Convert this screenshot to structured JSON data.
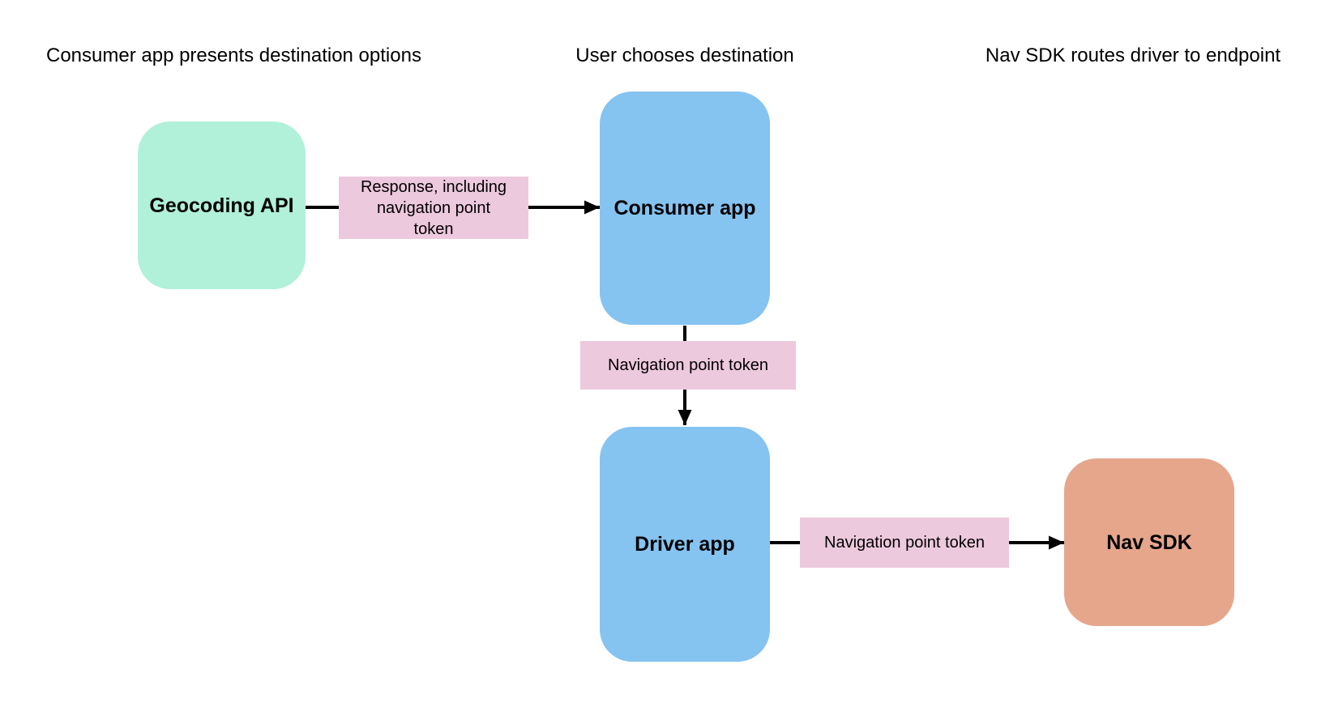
{
  "diagram": {
    "column_headers": [
      {
        "label": "Consumer app presents destination options"
      },
      {
        "label": "User chooses destination"
      },
      {
        "label": "Nav SDK routes driver to endpoint"
      }
    ],
    "nodes": [
      {
        "id": "geocoding-api",
        "label": "Geocoding API",
        "fill": "#b1f0d9"
      },
      {
        "id": "consumer-app",
        "label": "Consumer app",
        "fill": "#85c3f1"
      },
      {
        "id": "driver-app",
        "label": "Driver app",
        "fill": "#85c3f1"
      },
      {
        "id": "nav-sdk",
        "label": "Nav SDK",
        "fill": "#e6a68c"
      }
    ],
    "edge_labels": [
      {
        "label": "Response, including navigation point token",
        "fill": "#edc9dd"
      },
      {
        "label": "Navigation point token",
        "fill": "#edc9dd"
      },
      {
        "label": "Navigation point token",
        "fill": "#edc9dd"
      }
    ],
    "edges": [
      {
        "from": "geocoding-api",
        "to": "consumer-app",
        "label": "Response, including navigation point token"
      },
      {
        "from": "consumer-app",
        "to": "driver-app",
        "label": "Navigation point token"
      },
      {
        "from": "driver-app",
        "to": "nav-sdk",
        "label": "Navigation point token"
      }
    ],
    "colors": {
      "background": "#ffffff",
      "edge_stroke": "#000000",
      "text": "#000000",
      "node_green": "#b1f0d9",
      "node_blue": "#85c3f1",
      "node_orange": "#e6a68c",
      "label_pink": "#edc9dd"
    }
  }
}
